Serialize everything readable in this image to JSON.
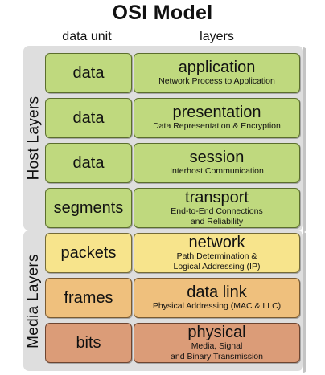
{
  "title": "OSI Model",
  "column_headers": {
    "data_unit": "data unit",
    "layers": "layers"
  },
  "groups": {
    "host": "Host Layers",
    "media": "Media Layers"
  },
  "colors": {
    "application_layers": "#bfd97e",
    "network_layer": "#f7e48c",
    "data_link_layer": "#efc07d",
    "physical_layer": "#db9c78",
    "group_background": "#dedede"
  },
  "layers": [
    {
      "unit": "data",
      "name": "application",
      "desc": [
        "Network Process to Application"
      ]
    },
    {
      "unit": "data",
      "name": "presentation",
      "desc": [
        "Data Representation & Encryption"
      ]
    },
    {
      "unit": "data",
      "name": "session",
      "desc": [
        "Interhost Communication"
      ]
    },
    {
      "unit": "segments",
      "name": "transport",
      "desc": [
        "End-to-End Connections",
        "and Reliability"
      ]
    },
    {
      "unit": "packets",
      "name": "network",
      "desc": [
        "Path Determination &",
        "Logical Addressing (IP)"
      ]
    },
    {
      "unit": "frames",
      "name": "data link",
      "desc": [
        "Physical Addressing (MAC & LLC)"
      ]
    },
    {
      "unit": "bits",
      "name": "physical",
      "desc": [
        "Media, Signal",
        "and Binary Transmission"
      ]
    }
  ]
}
